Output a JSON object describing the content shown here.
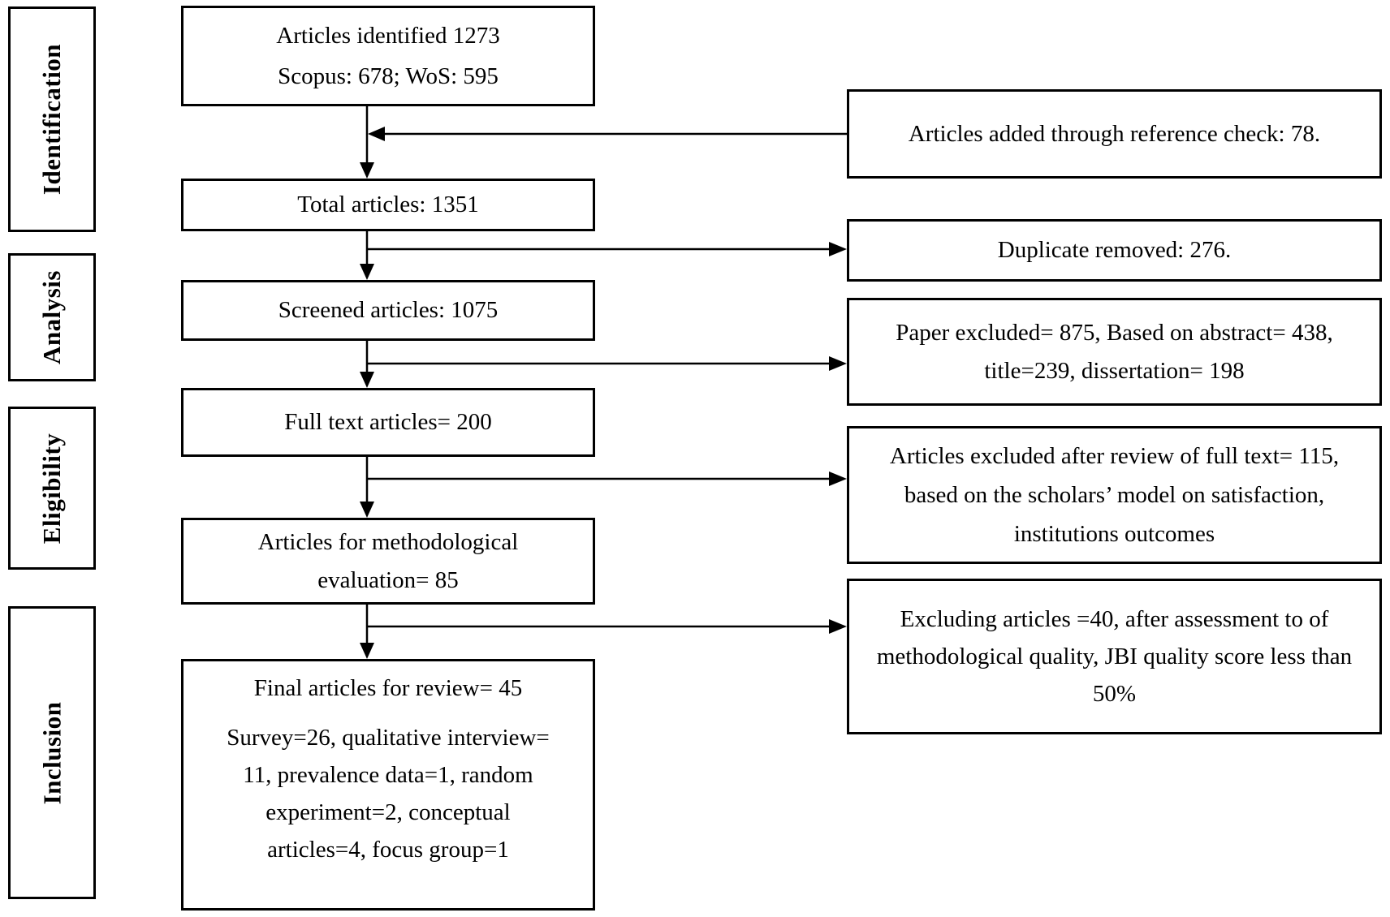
{
  "colors": {
    "background": "#ffffff",
    "line": "#000000",
    "text": "#000000"
  },
  "stages": [
    {
      "label": "Identification"
    },
    {
      "label": "Analysis"
    },
    {
      "label": "Eligibility"
    },
    {
      "label": "Inclusion"
    }
  ],
  "flow": {
    "identified": {
      "line1": "Articles identified 1273",
      "line2": "Scopus: 678; WoS: 595"
    },
    "total": {
      "text": "Total articles: 1351"
    },
    "screened": {
      "text": "Screened articles: 1075"
    },
    "full_text": {
      "text": "Full text articles= 200"
    },
    "evaluation": {
      "text": "Articles for methodological evaluation= 85"
    },
    "final": {
      "title": "Final articles for review= 45",
      "detail": "Survey=26, qualitative interview= 11, prevalence data=1, random experiment=2, conceptual articles=4, focus group=1"
    }
  },
  "side": {
    "reference_check": {
      "text": "Articles added through reference check: 78."
    },
    "duplicates": {
      "text": "Duplicate removed: 276."
    },
    "abstract_excluded": {
      "text": "Paper excluded= 875, Based on abstract= 438, title=239, dissertation= 198"
    },
    "full_text_excluded": {
      "text": "Articles excluded after review of full text= 115, based on the scholars’ model on satisfaction, institutions outcomes"
    },
    "quality_excluded": {
      "text": "Excluding articles =40, after assessment to of methodological quality, JBI quality score less than 50%"
    }
  }
}
